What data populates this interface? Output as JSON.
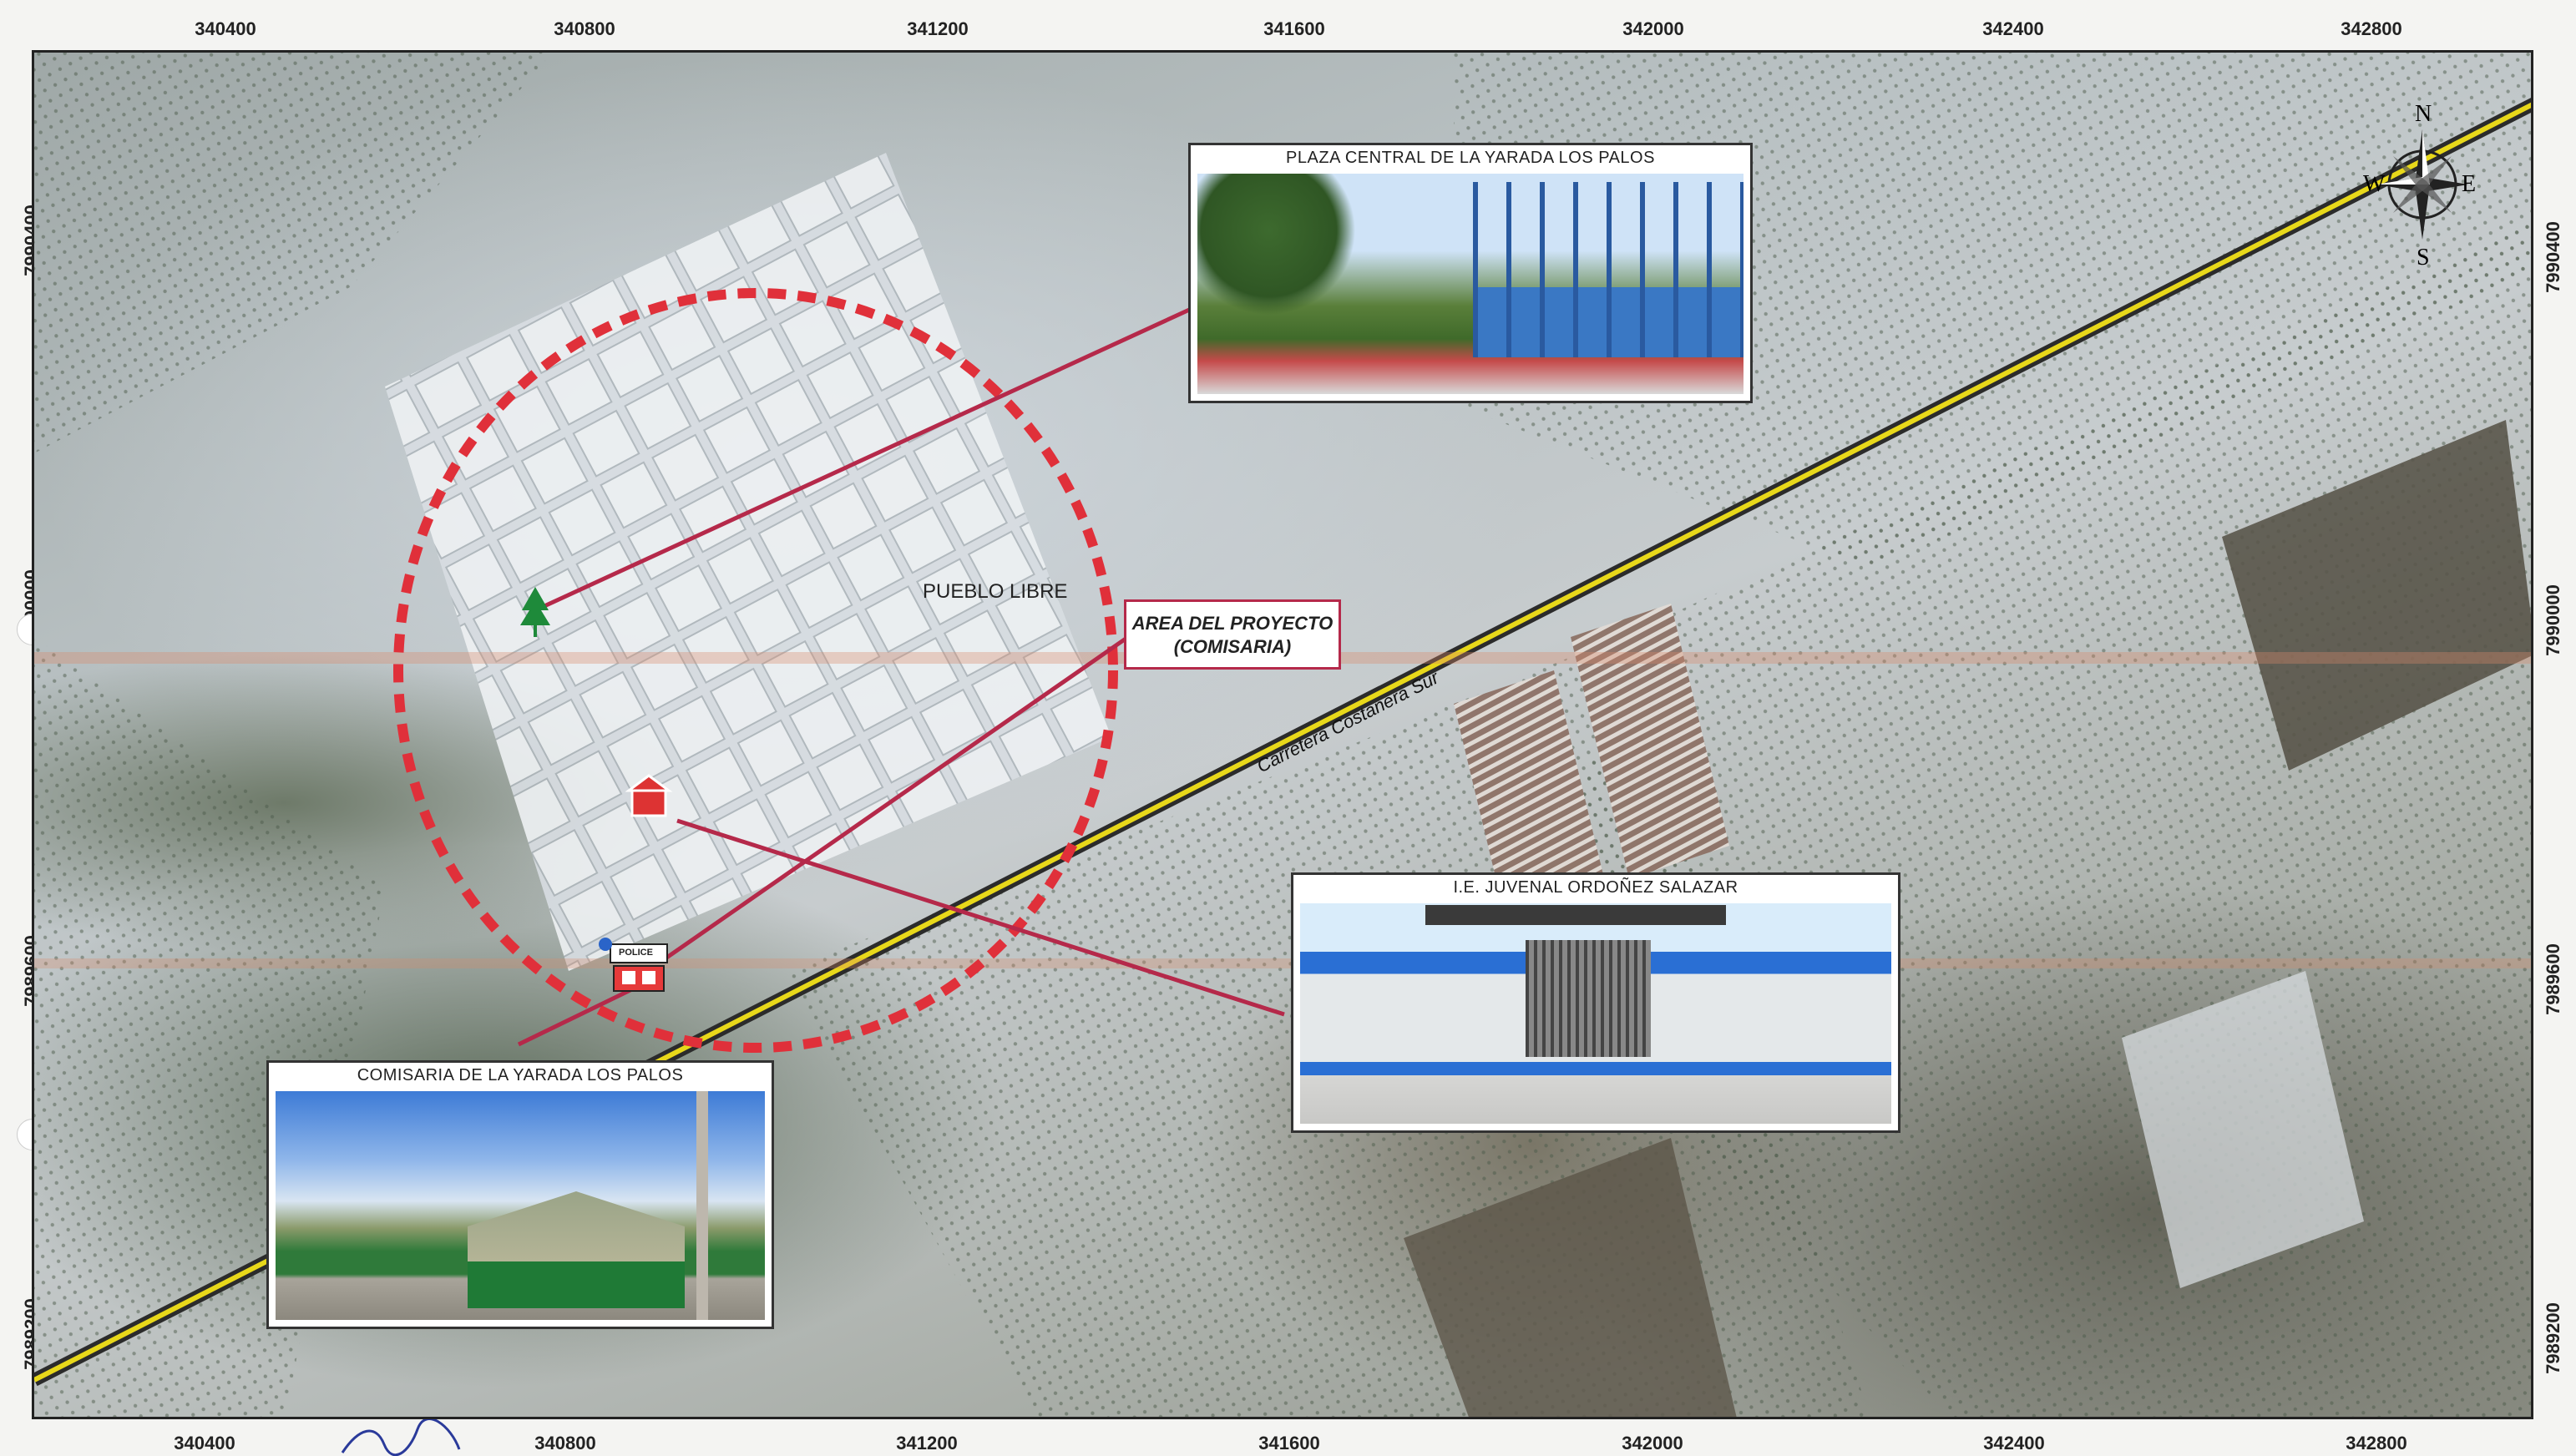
{
  "coords": {
    "x_ticks": [
      "340400",
      "340800",
      "341200",
      "341600",
      "342000",
      "342400",
      "342800"
    ],
    "y_ticks": [
      "7990400",
      "7990000",
      "7989600",
      "7989200"
    ]
  },
  "compass": {
    "n": "N",
    "e": "E",
    "s": "S",
    "w": "W"
  },
  "labels": {
    "pueblo": "PUEBLO LIBRE",
    "area_line1": "AREA DEL PROYECTO",
    "area_line2": "(COMISARIA)",
    "road": "Carretera Costanera Sur",
    "police": "POLICE"
  },
  "photos": {
    "plaza": "PLAZA CENTRAL DE LA YARADA LOS PALOS",
    "school": "I.E. JUVENAL ORDOÑEZ SALAZAR",
    "comisaria": "COMISARIA  DE LA YARADA  LOS PALOS"
  },
  "colors": {
    "accent": "#b5294a",
    "dash": "#e0303a",
    "road": "#e8d81a"
  }
}
